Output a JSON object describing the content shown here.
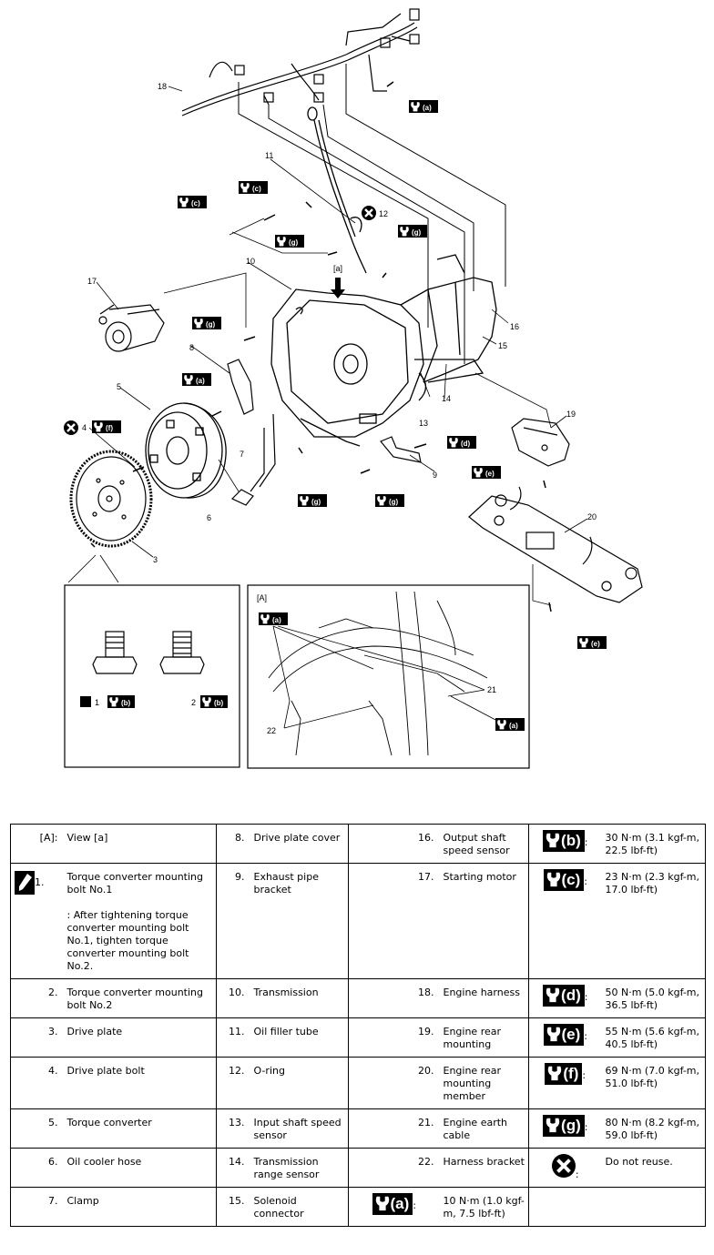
{
  "diagram": {
    "callouts": [
      "1",
      "2",
      "3",
      "4",
      "5",
      "6",
      "7",
      "8",
      "9",
      "10",
      "11",
      "12",
      "13",
      "14",
      "15",
      "16",
      "17",
      "18",
      "19",
      "20",
      "21",
      "22"
    ],
    "tags": {
      "a": "(a)",
      "b": "(b)",
      "c": "(c)",
      "d": "(d)",
      "e": "(e)",
      "f": "(f)",
      "g": "(g)"
    },
    "view_label": "[a]",
    "inset_label": "[A]"
  },
  "legend": {
    "rows": [
      [
        {
          "num": "[A]:",
          "desc": "View [a]"
        },
        {
          "num": "8.",
          "desc": "Drive plate cover"
        },
        {
          "num": "16.",
          "desc": "Output shaft speed sensor"
        },
        {
          "tag": "(b)",
          "desc": "30 N·m (3.1 kgf-m, 22.5 lbf-ft)"
        }
      ],
      [
        {
          "num": "1.",
          "desc": "Torque converter mounting bolt No.1",
          "note": ": After tightening torque converter mounting bolt No.1, tighten torque converter mounting bolt No.2."
        },
        {
          "num": "9.",
          "desc": "Exhaust pipe bracket"
        },
        {
          "num": "17.",
          "desc": "Starting motor"
        },
        {
          "tag": "(c)",
          "desc": "23 N·m (2.3 kgf-m, 17.0 lbf-ft)"
        }
      ],
      [
        {
          "num": "2.",
          "desc": "Torque converter mounting bolt No.2"
        },
        {
          "num": "10.",
          "desc": "Transmission"
        },
        {
          "num": "18.",
          "desc": "Engine harness"
        },
        {
          "tag": "(d)",
          "desc": "50 N·m (5.0 kgf-m, 36.5 lbf-ft)"
        }
      ],
      [
        {
          "num": "3.",
          "desc": "Drive plate"
        },
        {
          "num": "11.",
          "desc": "Oil filler tube"
        },
        {
          "num": "19.",
          "desc": "Engine rear mounting"
        },
        {
          "tag": "(e)",
          "desc": "55 N·m (5.6 kgf-m, 40.5 lbf-ft)"
        }
      ],
      [
        {
          "num": "4.",
          "desc": "Drive plate bolt"
        },
        {
          "num": "12.",
          "desc": "O-ring"
        },
        {
          "num": "20.",
          "desc": "Engine rear mounting member"
        },
        {
          "tag": "(f)",
          "desc": "69 N·m (7.0 kgf-m, 51.0 lbf-ft)"
        }
      ],
      [
        {
          "num": "5.",
          "desc": "Torque converter"
        },
        {
          "num": "13.",
          "desc": "Input shaft speed sensor"
        },
        {
          "num": "21.",
          "desc": "Engine earth cable"
        },
        {
          "tag": "(g)",
          "desc": "80 N·m (8.2 kgf-m, 59.0 lbf-ft)"
        }
      ],
      [
        {
          "num": "6.",
          "desc": "Oil cooler hose"
        },
        {
          "num": "14.",
          "desc": "Transmission range sensor"
        },
        {
          "num": "22.",
          "desc": "Harness bracket"
        },
        {
          "symbol": "do-not-reuse",
          "desc": "Do not reuse."
        }
      ],
      [
        {
          "num": "7.",
          "desc": "Clamp"
        },
        {
          "num": "15.",
          "desc": "Solenoid connector"
        },
        {
          "tag": "(a)",
          "desc": "10 N·m (1.0 kgf-m, 7.5 lbf-ft)"
        },
        {
          "empty": true
        }
      ]
    ]
  },
  "colors": {
    "ink": "#000000",
    "paper": "#ffffff"
  }
}
